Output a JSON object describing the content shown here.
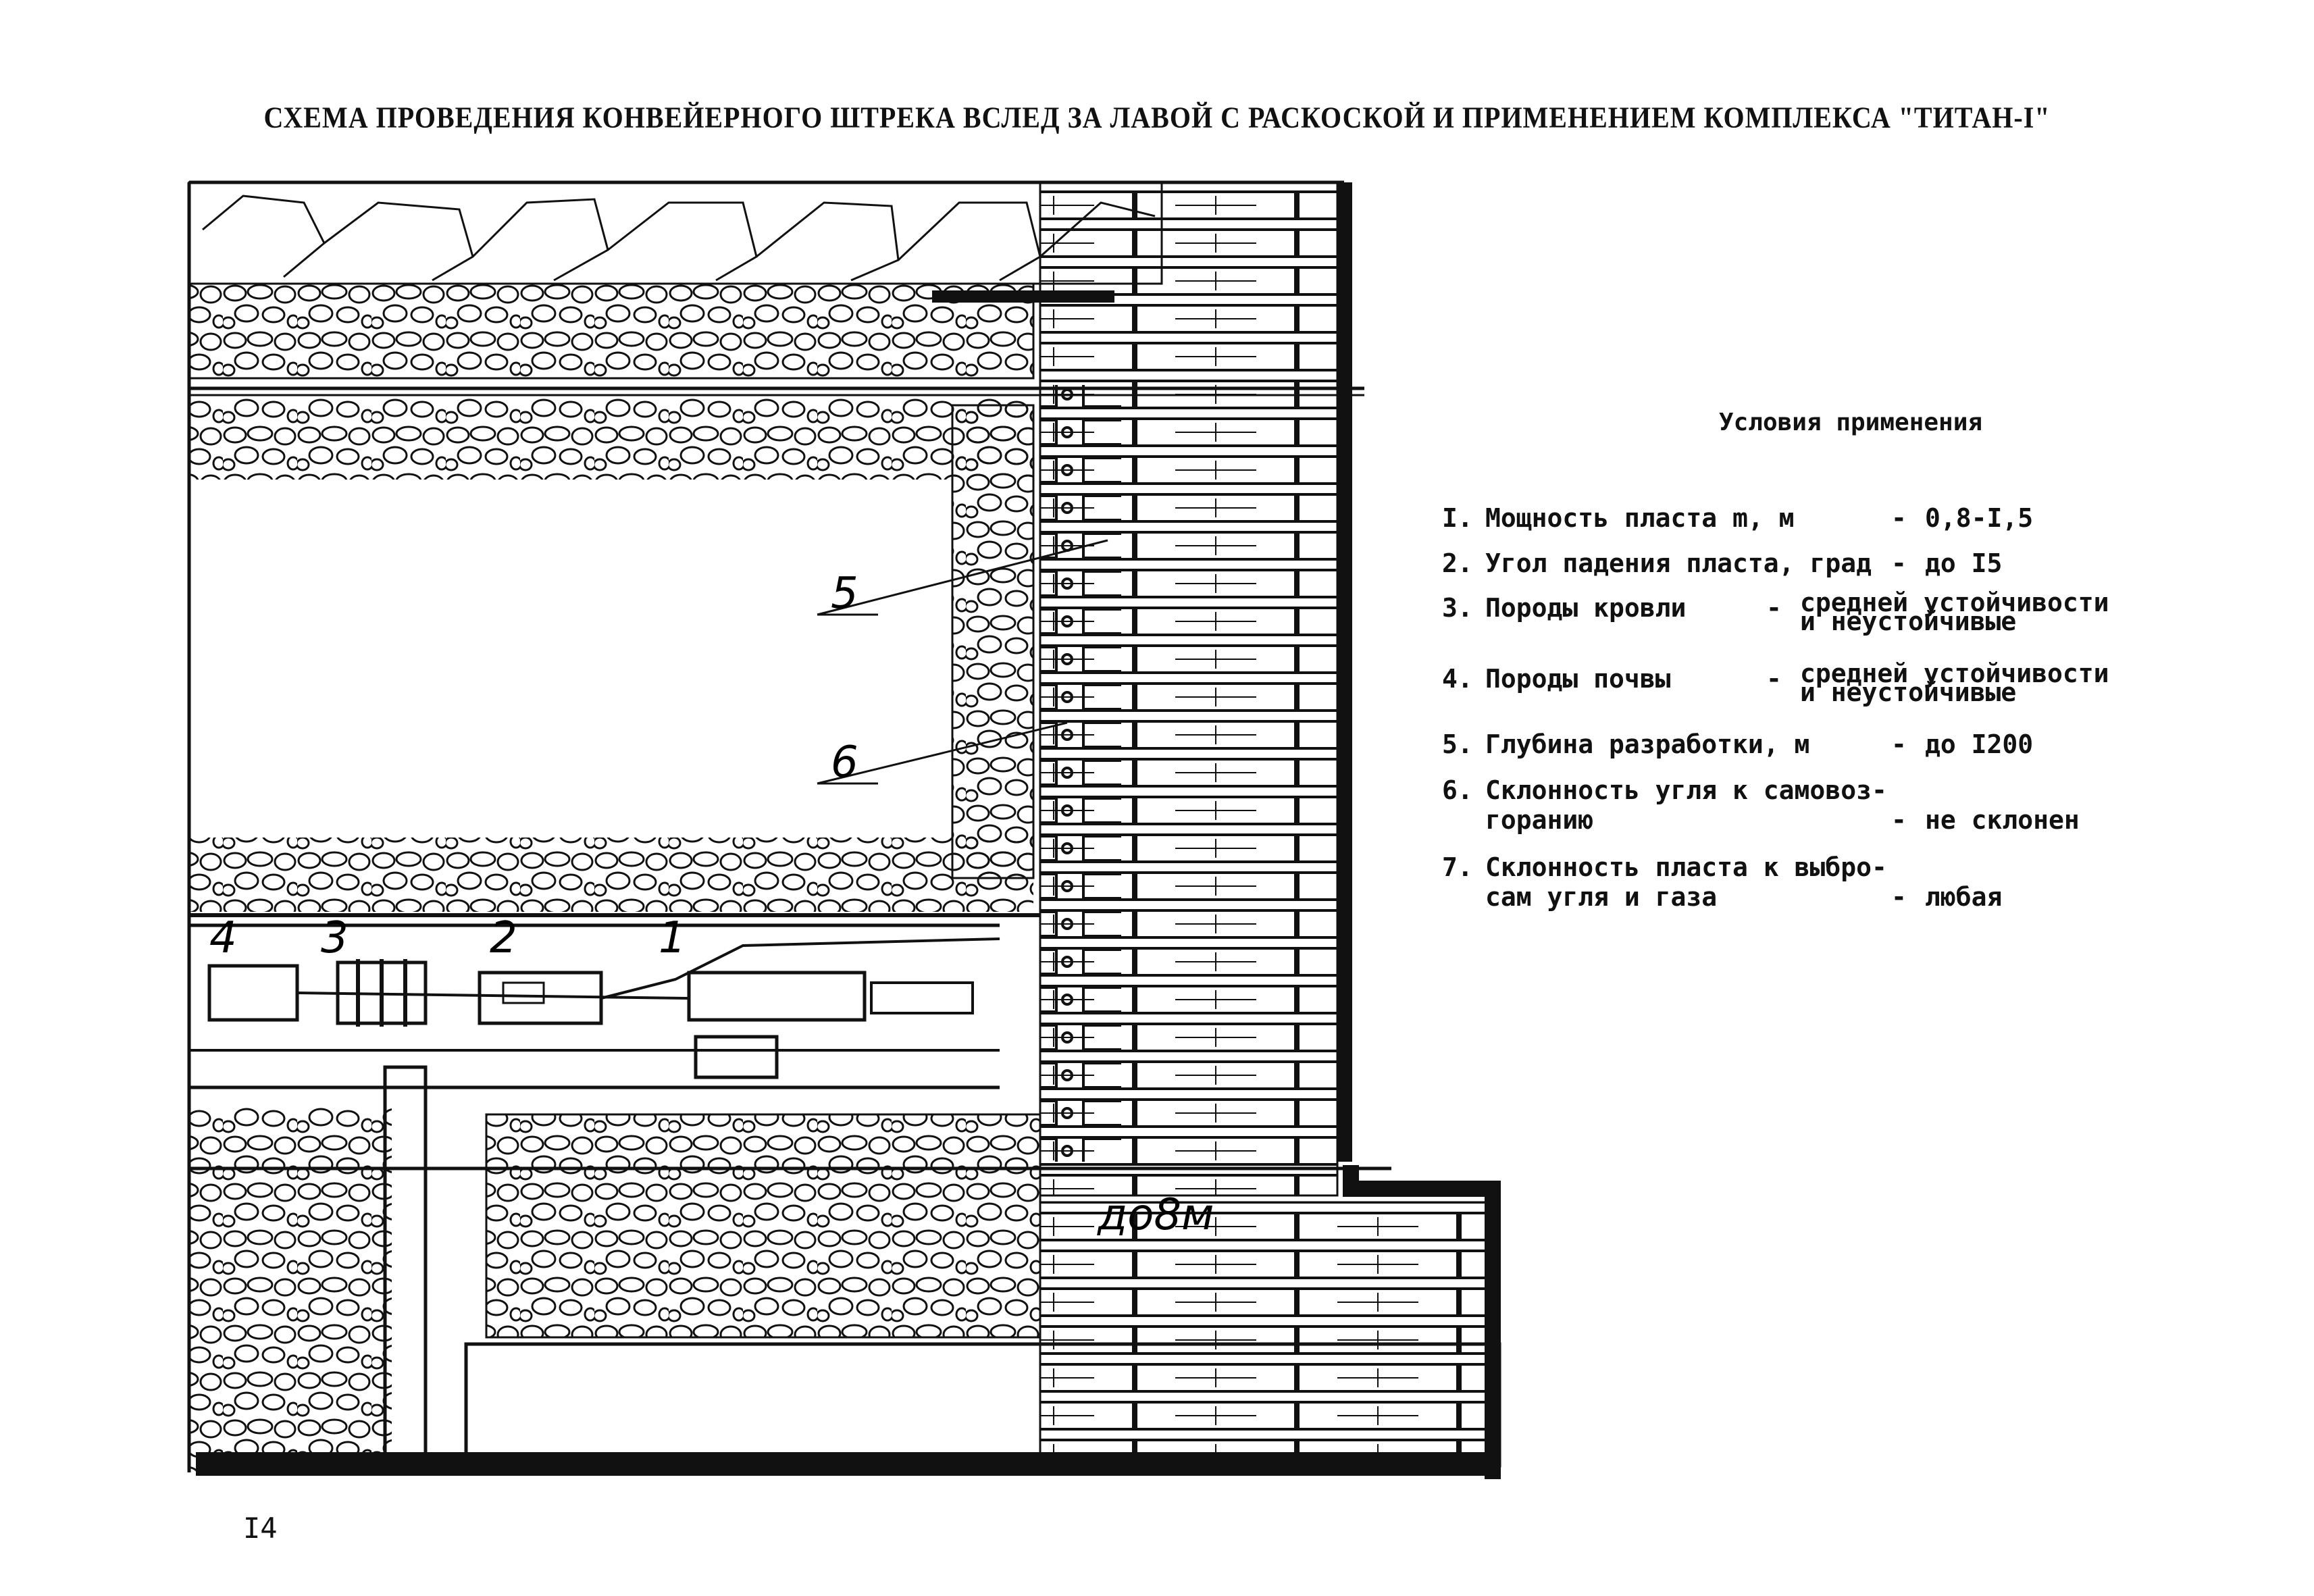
{
  "title": "СХЕМА ПРОВЕДЕНИЯ КОНВЕЙЕРНОГО ШТРЕКА ВСЛЕД ЗА ЛАВОЙ С РАСКОСКОЙ И ПРИМЕНЕНИЕМ КОМПЛЕКСА \"ТИТАН-I\"",
  "drawing": {
    "callouts": [
      "1",
      "2",
      "3",
      "4",
      "5",
      "6"
    ],
    "dimension_label": "до8м"
  },
  "conditions": {
    "heading": "Условия применения",
    "items": [
      {
        "num": "I.",
        "label": "Мощность пласта m, м",
        "value": "0,8-I,5"
      },
      {
        "num": "2.",
        "label": "Угол падения пласта, град",
        "value": "до I5"
      },
      {
        "num": "3.",
        "label": "Породы кровли",
        "value": "средней устойчивости\nи неустойчивые"
      },
      {
        "num": "4.",
        "label": "Породы почвы",
        "value": "средней устойчивости\nи неустойчивые"
      },
      {
        "num": "5.",
        "label": "Глубина разработки, м",
        "value": "до I200"
      },
      {
        "num": "6.",
        "label": "Склонность угля к самовоз-\nгоранию",
        "value": "не склонен"
      },
      {
        "num": "7.",
        "label": "Склонность пласта к выбро-\nсам угля и газа",
        "value": "любая"
      }
    ]
  },
  "page_number": "I4"
}
